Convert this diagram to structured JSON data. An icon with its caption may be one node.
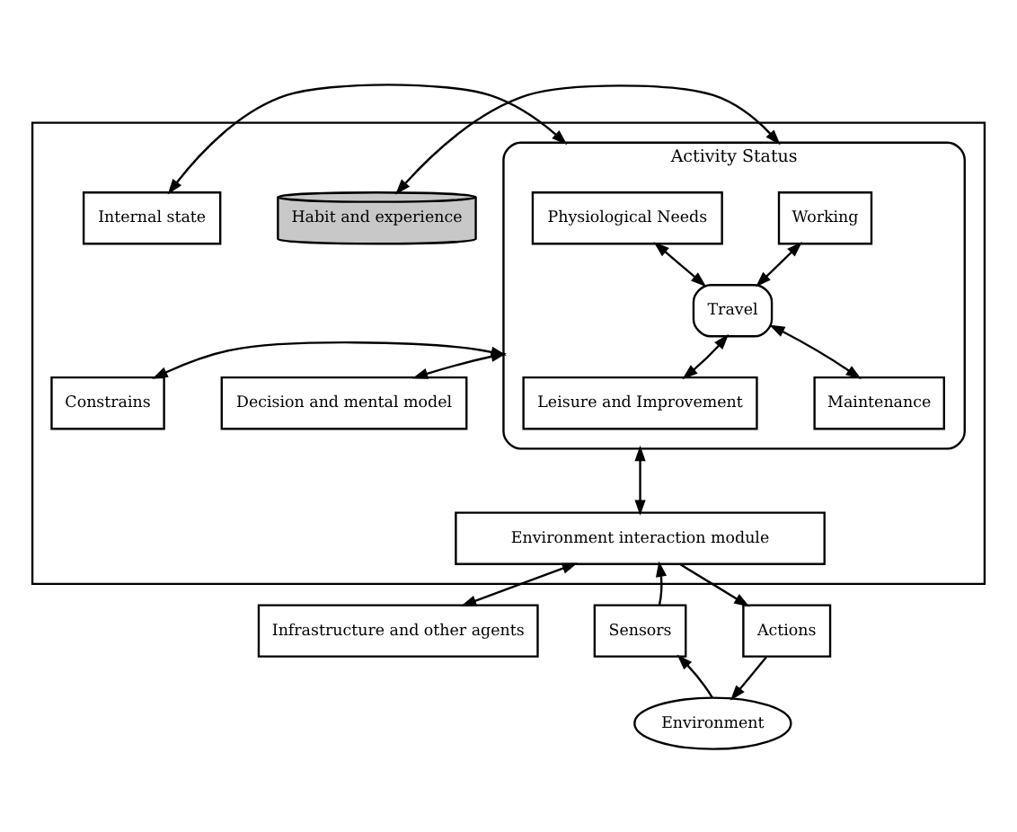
{
  "diagram": {
    "nodes": [
      {
        "text": [],
        "shape": "box"
      },
      {
        "text": [
          "Internal state"
        ],
        "in": 0
      },
      {
        "text": [
          "Constrains"
        ],
        "in": 0
      },
      {
        "text": [
          "Activity Status"
        ],
        "in": 0
      },
      {
        "text": [
          "Physiological Needs"
        ],
        "in": 3
      },
      {
        "text": [
          "Working"
        ],
        "in": 3
      },
      {
        "text": [
          "Travel"
        ],
        "in": 3
      },
      {
        "text": [
          "Leisure and Improvement"
        ],
        "in": 3
      },
      {
        "text": [
          "Maintenance"
        ],
        "in": 3
      },
      {
        "text": [
          "Habit and experience"
        ],
        "in": 0
      },
      {
        "text": [
          "Decision and mental model"
        ],
        "in": 0
      },
      {
        "text": [
          "Environment interaction module"
        ],
        "in": 0
      },
      {
        "text": [
          "Infrastructure and other agents"
        ]
      },
      {
        "text": [
          "Sensors"
        ]
      },
      {
        "text": [
          "Actions"
        ]
      },
      {
        "text": [
          "Environment"
        ]
      }
    ],
    "edges": [
      {
        "from": 1,
        "to": 3,
        "arrow": "both"
      },
      {
        "from": 2,
        "to": 3,
        "arrow": "both"
      },
      {
        "from": 4,
        "to": 6,
        "arrow": "both"
      },
      {
        "from": 5,
        "to": 6,
        "arrow": "both"
      },
      {
        "from": 7,
        "to": 6,
        "arrow": "both"
      },
      {
        "from": 8,
        "to": 6,
        "arrow": "both"
      },
      {
        "from": 3,
        "to": 9,
        "arrow": "both"
      },
      {
        "from": 3,
        "to": 10,
        "arrow": "both"
      },
      {
        "from": 3,
        "to": 11,
        "arrow": "both"
      },
      {
        "from": 11,
        "to": 12,
        "arrow": "both"
      },
      {
        "from": 13,
        "to": 11,
        "arrow": "to"
      },
      {
        "from": 11,
        "to": 14,
        "arrow": "to"
      },
      {
        "from": 15,
        "to": 13,
        "arrow": "to"
      },
      {
        "from": 14,
        "to": 15,
        "arrow": "to"
      }
    ]
  }
}
